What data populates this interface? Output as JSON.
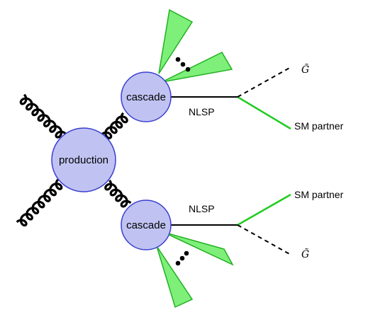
{
  "diagram": {
    "production_label": "production",
    "cascade_top_label": "cascade",
    "cascade_bottom_label": "cascade",
    "nlsp_top_label": "NLSP",
    "nlsp_bottom_label": "NLSP",
    "sm_partner_top_label": "SM partner",
    "sm_partner_bottom_label": "SM partner",
    "gravitino_top_label": "G̃",
    "gravitino_bottom_label": "G̃"
  },
  "colors": {
    "blob_fill": "#c0c3f2",
    "blob_stroke": "#3a3fd0",
    "jet_fill": "#7ef07a",
    "jet_stroke": "#22b022",
    "sm_line": "#1fcc1f",
    "nlsp_line": "#000000",
    "gluon": "#000000"
  }
}
